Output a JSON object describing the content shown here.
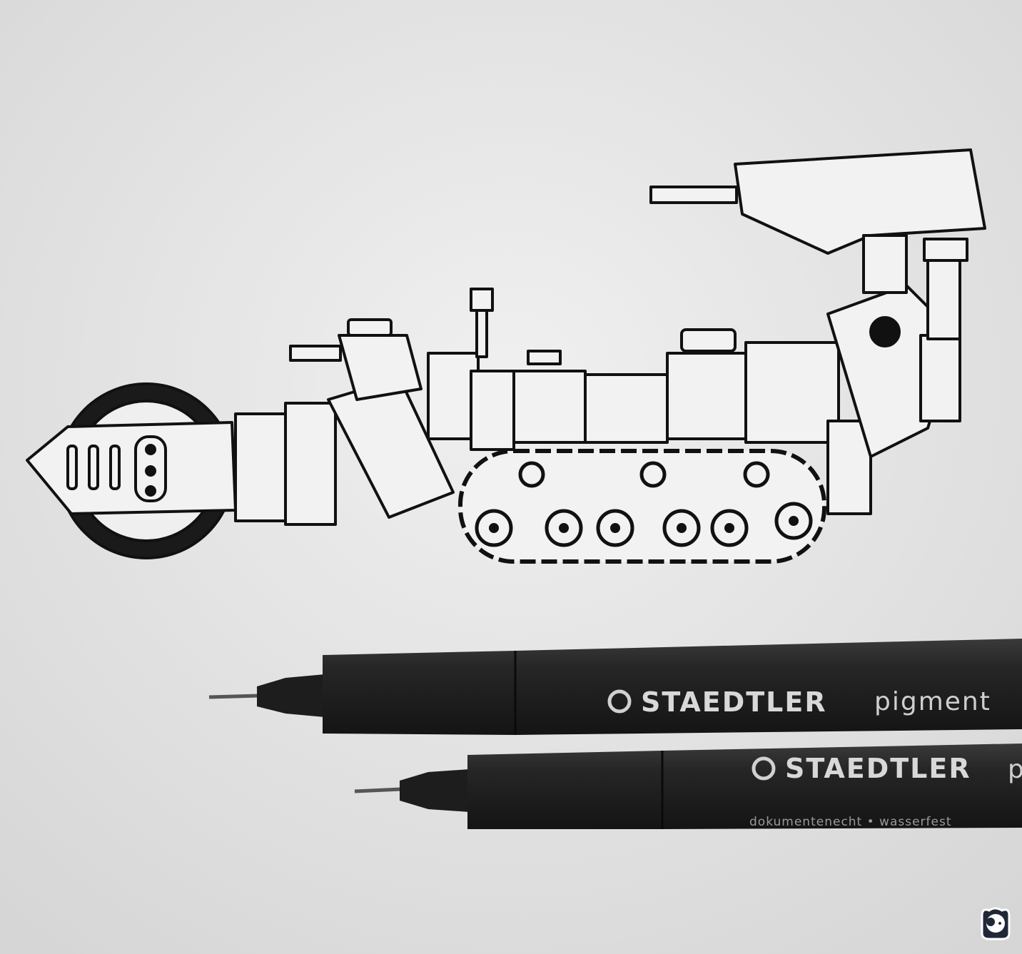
{
  "scene": {
    "description_type": "photo",
    "paper_color": "#e6e6e6",
    "ink_color": "#111111"
  },
  "pens": [
    {
      "brand": "STAEDTLER",
      "model": "pigment"
    },
    {
      "brand": "STAEDTLER",
      "model": "p",
      "imprint": "dokumentenecht • wasserfest"
    }
  ],
  "watermark": {
    "icon": "panda-logo-icon"
  }
}
